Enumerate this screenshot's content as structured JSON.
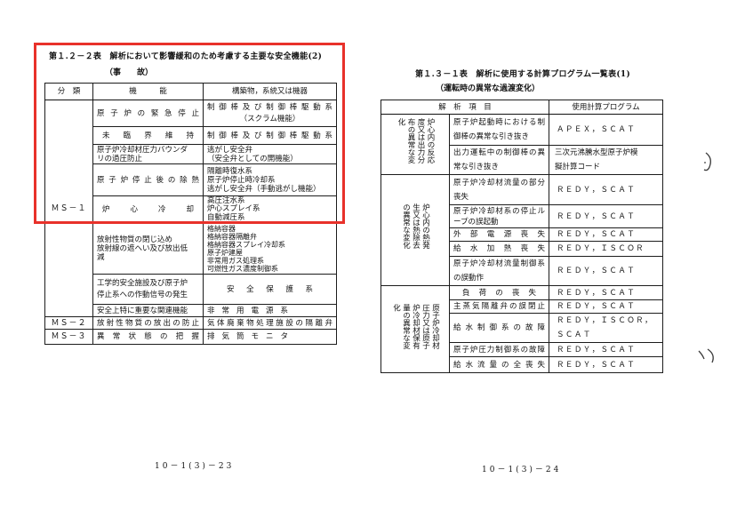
{
  "annotation": {
    "highlight_color": "#e8312a"
  },
  "left_page": {
    "title": "第１.２－２表　解析において影響緩和のため考慮する主要な安全機能(2)",
    "subtitle": "（事　　故）",
    "headers": {
      "class": "分　類",
      "function": "機　　　能",
      "equipment": "構築物，系統又は機器"
    },
    "classes": [
      "ＭＳ－１",
      "ＭＳ－２",
      "ＭＳ－３"
    ],
    "rows": [
      {
        "function": [
          "原子炉の緊急停止"
        ],
        "equipment": [
          "制御棒及び制御棒駆動系",
          "（スクラム機能）"
        ]
      },
      {
        "function": [
          "未臨界維持"
        ],
        "equipment": [
          "制御棒及び制御棒駆動系"
        ]
      },
      {
        "function": [
          "原子炉冷却材圧力バウンダ",
          "リの過圧防止"
        ],
        "equipment": [
          "逃がし安全弁",
          "（安全弁としての開機能）"
        ]
      },
      {
        "function": [
          "原子炉停止後の除熱"
        ],
        "equipment": [
          "隔離時復水系",
          "原子炉停止時冷却系",
          "逃がし安全弁（手動逃がし機能）"
        ]
      },
      {
        "function": [
          "炉心冷却"
        ],
        "equipment": [
          "高圧注水系",
          "炉心スプレイ系",
          "自動減圧系"
        ]
      },
      {
        "function": [
          "放射性物質の閉じ込め",
          "放射線の遮へい及び放出低",
          "減"
        ],
        "equipment": [
          "格納容器",
          "格納容器隔離弁",
          "格納容器スプレイ冷却系",
          "原子炉建屋",
          "非常用ガス処理系",
          "可燃性ガス濃度制御系"
        ]
      },
      {
        "function": [
          "工学的安全施設及び原子炉",
          "停止系への作動信号の発生"
        ],
        "equipment": [
          "安全保護系"
        ]
      },
      {
        "function": [
          "安全上特に重要な関連機能"
        ],
        "equipment": [
          "非常用電源系"
        ]
      },
      {
        "function": [
          "放射性物質の放出の防止"
        ],
        "equipment": [
          "気体廃棄物処理施設の隔離弁"
        ]
      },
      {
        "function": [
          "異常状態の把握"
        ],
        "equipment": [
          "排気筒モニタ"
        ]
      }
    ],
    "page_number": "10－1(3)－23"
  },
  "right_page": {
    "title": "第１.３－１表　解析に使用する計算プログラム一覧表(1)",
    "subtitle": "（運転時の異常な過渡変化）",
    "headers": {
      "item": "解　析　項　目",
      "program": "使用計算プログラム"
    },
    "categories": [
      "炉心内の反応度又は出力分布の異常な変化",
      "炉心内の熱発生又は熱除去の異常な変化",
      "原子炉冷却材圧力又は原子炉冷却材保有量の異常な変化"
    ],
    "rows": [
      {
        "item": [
          "原子炉起動時における制",
          "御棒の異常な引き抜き"
        ],
        "program": [
          "ＡＰＥＸ，ＳＣＡＴ"
        ]
      },
      {
        "item": [
          "出力運転中の制御棒の異",
          "常な引き抜き"
        ],
        "program": [
          "三次元沸騰水型原子炉模",
          "擬計算コード"
        ]
      },
      {
        "item": [
          "原子炉冷却材流量の部分",
          "喪失"
        ],
        "program": [
          "ＲＥＤＹ，ＳＣＡＴ"
        ]
      },
      {
        "item": [
          "原子炉冷却材系の停止ル",
          "ープの誤起動"
        ],
        "program": [
          "ＲＥＤＹ，ＳＣＡＴ"
        ]
      },
      {
        "item": [
          "外部電源喪失"
        ],
        "program": [
          "ＲＥＤＹ，ＳＣＡＴ"
        ]
      },
      {
        "item": [
          "給水加熱喪失"
        ],
        "program": [
          "ＲＥＤＹ，ＩＳＣＯＲ"
        ]
      },
      {
        "item": [
          "原子炉冷却材流量制御系",
          "の誤動作"
        ],
        "program": [
          "ＲＥＤＹ，ＳＣＡＴ"
        ]
      },
      {
        "item": [
          "負荷の喪失"
        ],
        "program": [
          "ＲＥＤＹ，ＳＣＡＴ"
        ]
      },
      {
        "item": [
          "主蒸気隔離弁の誤閉止"
        ],
        "program": [
          "ＲＥＤＹ，ＳＣＡＴ"
        ]
      },
      {
        "item": [
          "給水制御系の故障"
        ],
        "program": [
          "ＲＥＤＹ，ＩＳＣＯＲ，",
          "ＳＣＡＴ"
        ]
      },
      {
        "item": [
          "原子炉圧力制御系の故障"
        ],
        "program": [
          "ＲＥＤＹ，ＳＣＡＴ"
        ]
      },
      {
        "item": [
          "給水流量の全喪失"
        ],
        "program": [
          "ＲＥＤＹ，ＳＣＡＴ"
        ]
      }
    ],
    "page_number": "10－1(3)－24"
  }
}
